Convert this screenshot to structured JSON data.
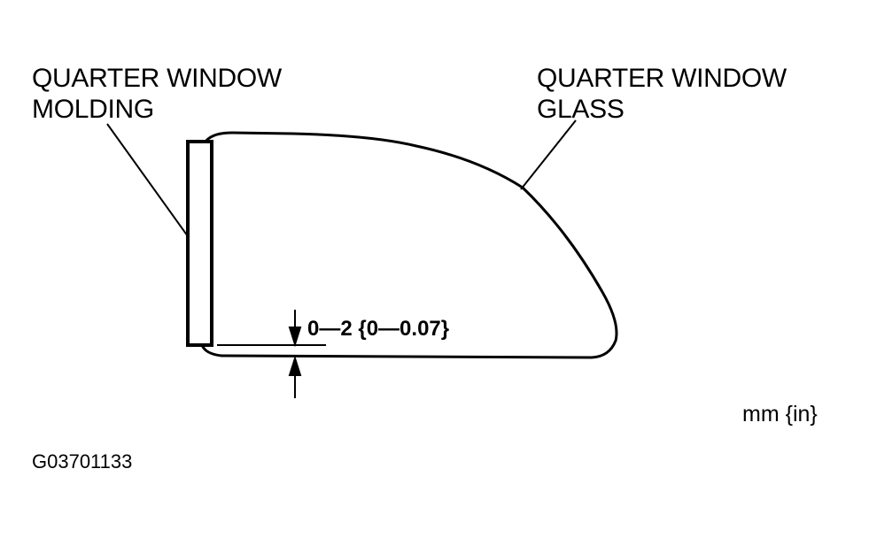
{
  "diagram": {
    "labels": {
      "molding": {
        "line1": "QUARTER WINDOW",
        "line2": "MOLDING"
      },
      "glass": {
        "line1": "QUARTER WINDOW",
        "line2": "GLASS"
      }
    },
    "dimension": {
      "text": "0—2 {0—0.07}",
      "min_mm": 0,
      "max_mm": 2,
      "min_in": 0,
      "max_in": 0.07
    },
    "units": "mm {in}",
    "figure_id": "G03701133",
    "colors": {
      "line": "#000000",
      "background": "#ffffff"
    }
  }
}
